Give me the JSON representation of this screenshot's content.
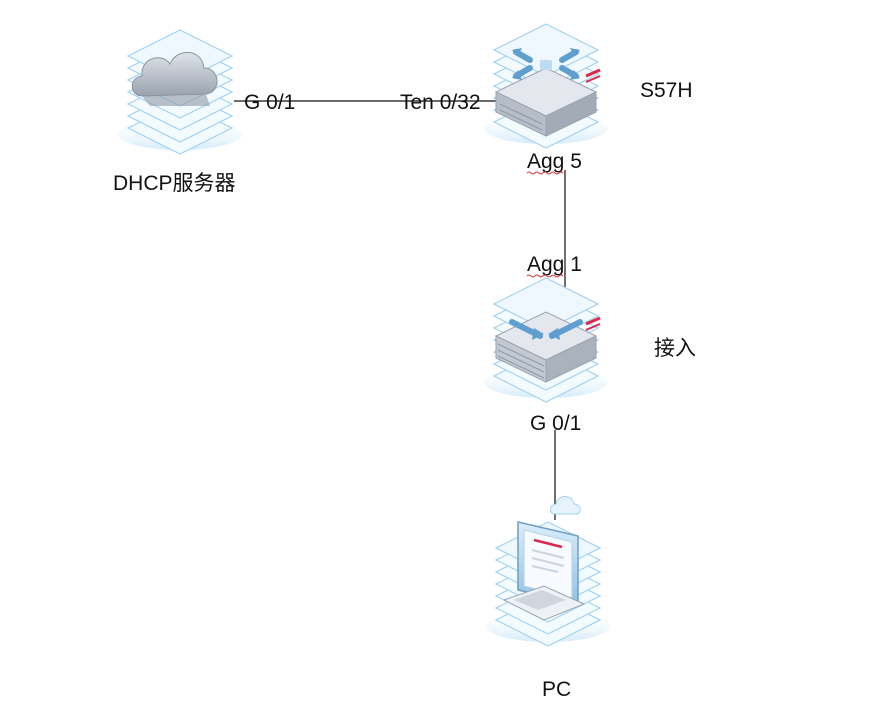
{
  "nodes": {
    "dhcp": {
      "label": "DHCP服务器",
      "icon": "cloud-server-icon"
    },
    "core": {
      "label": "S57H",
      "icon": "core-switch-icon"
    },
    "access": {
      "label": "接入",
      "icon": "access-switch-icon"
    },
    "pc": {
      "label": "PC",
      "icon": "pc-terminal-icon"
    }
  },
  "ports": {
    "dhcp_g01": "G 0/1",
    "core_ten032": "Ten 0/32",
    "core_agg5": "Agg 5",
    "access_agg1": "Agg 1",
    "access_g01": "G 0/1"
  },
  "colors": {
    "layer_stroke": "#9fd3f2",
    "layer_fill": "#eaf6fd",
    "device_body": "#c9ced6",
    "accent_red": "#e0274a",
    "link": "#111111"
  }
}
